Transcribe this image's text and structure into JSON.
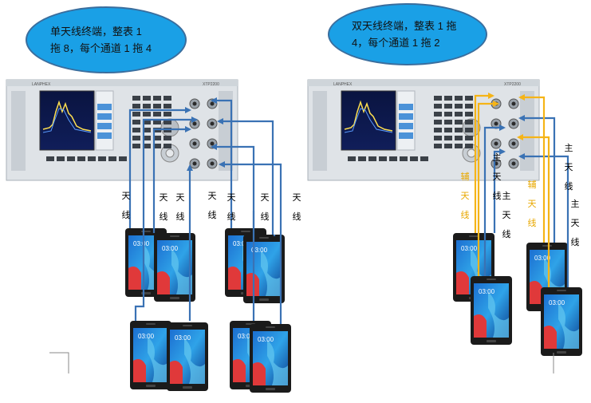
{
  "left_panel": {
    "callout_lines": [
      "单天线终端，整表 1",
      "拖 8，每个通道 1 拖 4"
    ],
    "antenna_label": "天线",
    "instrument_brand": "LANPHEX",
    "instrument_model": "XTP2200"
  },
  "right_panel": {
    "callout_lines": [
      "双天线终端，整表 1 拖",
      "4，每个通道 1 拖 2"
    ],
    "main_antenna_label": "主天线",
    "aux_antenna_label": "辅天线",
    "instrument_brand": "LANPHEX",
    "instrument_model": "XTP2200"
  },
  "phone_clock": "03:00",
  "colors": {
    "bubble_fill": "#1aa0e6",
    "main_cable": "#3a72b4",
    "aux_cable": "#f5b417",
    "aux_label": "#e8a800"
  }
}
